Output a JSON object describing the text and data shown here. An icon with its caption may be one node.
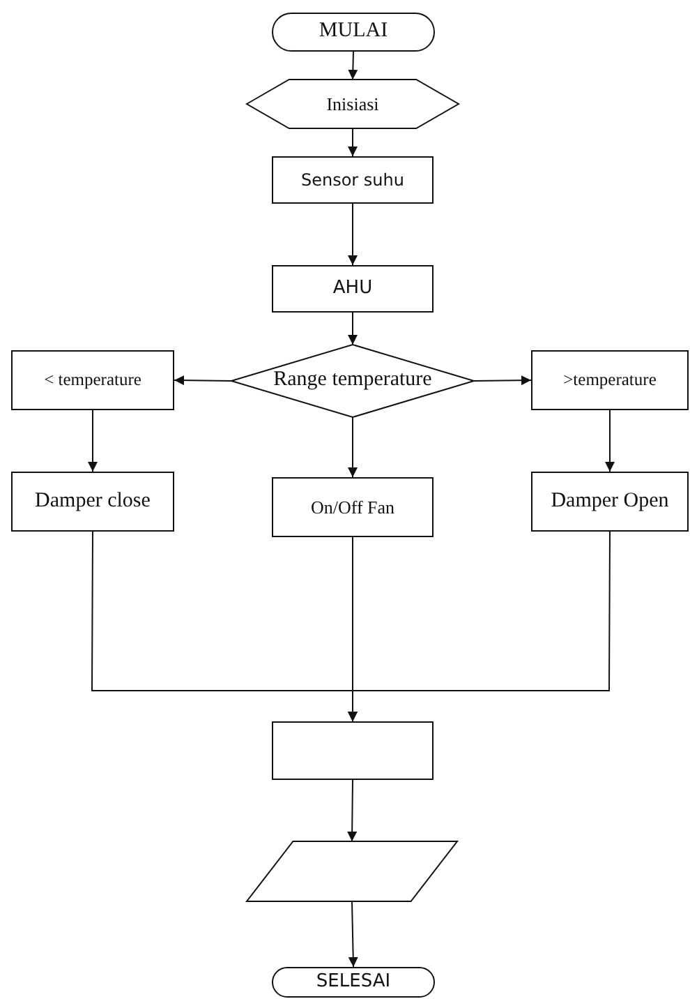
{
  "diagram": {
    "nodes": [
      {
        "text": [
          "MULAI"
        ]
      },
      {
        "text": [
          "Inisiasi"
        ]
      },
      {
        "text": [
          "Sensor suhu"
        ]
      },
      {
        "text": [
          "AHU"
        ]
      },
      {
        "text": [
          "Range temperature"
        ]
      },
      {
        "text": [
          "< temperature"
        ]
      },
      {
        "text": [
          ">temperature"
        ]
      },
      {
        "text": [
          "Damper close"
        ]
      },
      {
        "text": [
          "On/Off Fan"
        ]
      },
      {
        "text": [
          "Damper Open"
        ]
      },
      {
        "text": [],
        "shape": "box"
      },
      {
        "text": [],
        "shape": "parallelogram"
      },
      {
        "text": [
          "SELESAI"
        ]
      }
    ],
    "edges": [
      {
        "from": 0,
        "to": 1,
        "arrow": "to"
      },
      {
        "from": 1,
        "to": 2,
        "arrow": "to"
      },
      {
        "from": 2,
        "to": 3,
        "arrow": "to"
      },
      {
        "from": 3,
        "to": 4,
        "arrow": "to"
      },
      {
        "from": 4,
        "to": 5,
        "arrow": "to"
      },
      {
        "from": 4,
        "to": 6,
        "arrow": "to"
      },
      {
        "from": 4,
        "to": 8,
        "arrow": "to"
      },
      {
        "from": 5,
        "to": 7,
        "arrow": "to"
      },
      {
        "from": 6,
        "to": 9,
        "arrow": "to"
      },
      {
        "from": 7,
        "to": 10,
        "arrow": "to"
      },
      {
        "from": 8,
        "to": 10,
        "arrow": "to"
      },
      {
        "from": 9,
        "to": 10,
        "arrow": "to"
      },
      {
        "from": 10,
        "to": 11,
        "arrow": "to"
      },
      {
        "from": 11,
        "to": 12,
        "arrow": "to"
      }
    ]
  }
}
